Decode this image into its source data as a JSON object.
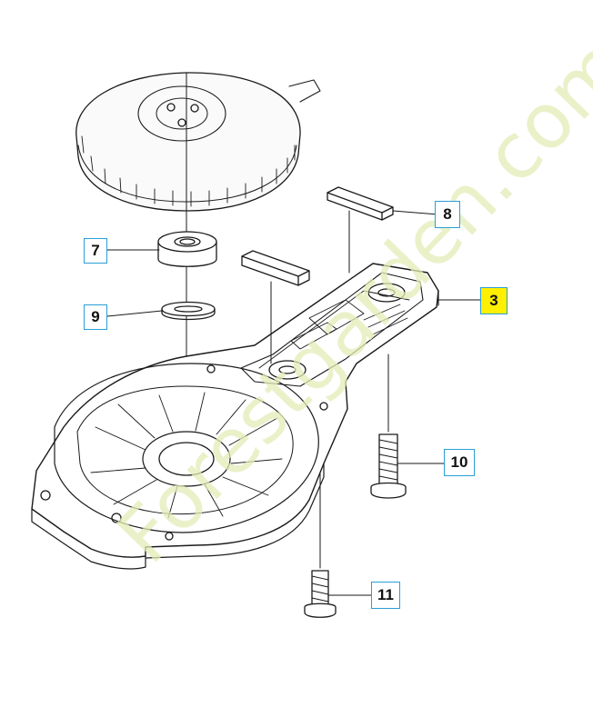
{
  "callouts": [
    {
      "id": "7",
      "label": "7",
      "highlighted": false
    },
    {
      "id": "9",
      "label": "9",
      "highlighted": false
    },
    {
      "id": "8",
      "label": "8",
      "highlighted": false
    },
    {
      "id": "3",
      "label": "3",
      "highlighted": true
    },
    {
      "id": "10",
      "label": "10",
      "highlighted": false
    },
    {
      "id": "11",
      "label": "11",
      "highlighted": false
    }
  ],
  "watermark": {
    "text": "Forestgarden.com"
  },
  "colors": {
    "line": "#1a1a1a",
    "callout_border": "#2a9fd6",
    "highlight": "#ffef00",
    "watermark": "#e3edb8"
  }
}
